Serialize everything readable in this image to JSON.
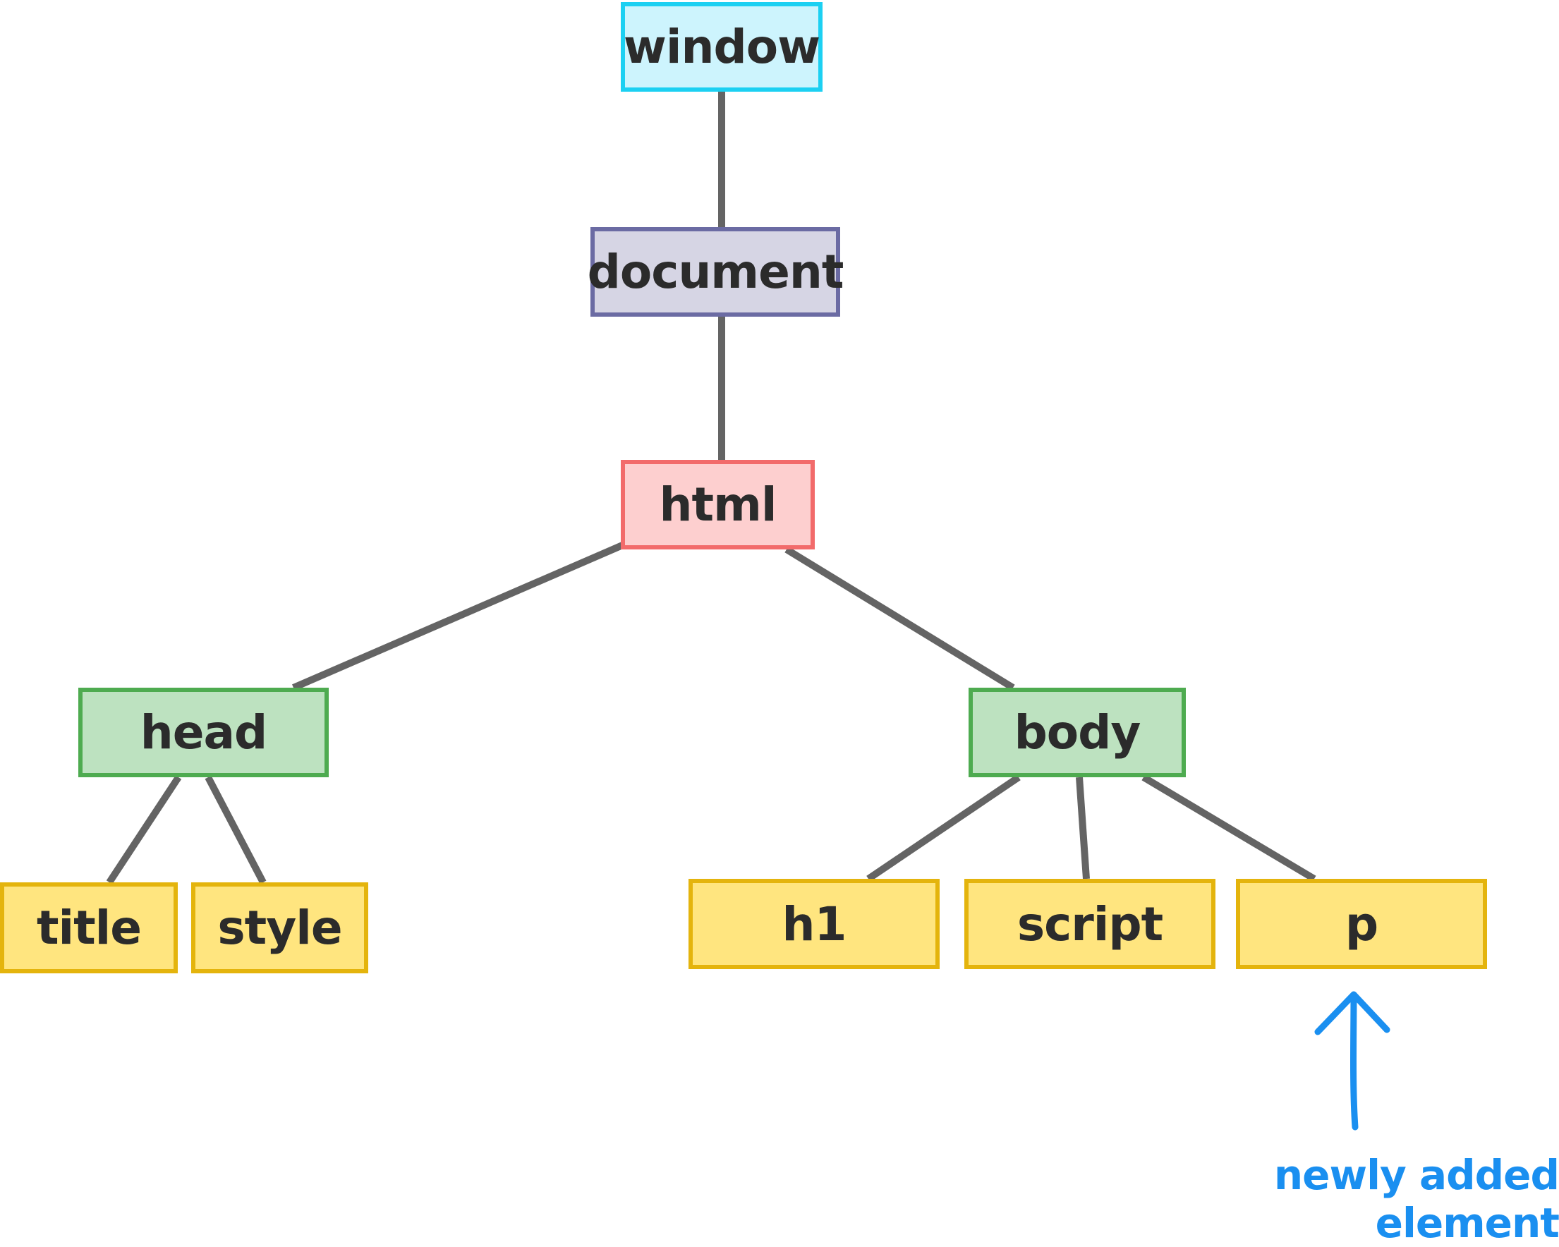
{
  "nodes": {
    "window": {
      "label": "window",
      "fill": "#cdf4fd",
      "border": "#1cd0f2"
    },
    "document": {
      "label": "document",
      "fill": "#d6d5e4",
      "border": "#6b6ba3"
    },
    "html": {
      "label": "html",
      "fill": "#fdcfcf",
      "border": "#f26b6b"
    },
    "head": {
      "label": "head",
      "fill": "#bde2c0",
      "border": "#4eab50"
    },
    "body": {
      "label": "body",
      "fill": "#bde2c0",
      "border": "#4eab50"
    },
    "title": {
      "label": "title",
      "fill": "#ffe57f",
      "border": "#e4b40d"
    },
    "style": {
      "label": "style",
      "fill": "#ffe57f",
      "border": "#e4b40d"
    },
    "h1": {
      "label": "h1",
      "fill": "#ffe57f",
      "border": "#e4b40d"
    },
    "script": {
      "label": "script",
      "fill": "#ffe57f",
      "border": "#e4b40d"
    },
    "p": {
      "label": "p",
      "fill": "#ffe57f",
      "border": "#e4b40d"
    }
  },
  "edges": [
    [
      "window",
      "document"
    ],
    [
      "document",
      "html"
    ],
    [
      "html",
      "head"
    ],
    [
      "html",
      "body"
    ],
    [
      "head",
      "title"
    ],
    [
      "head",
      "style"
    ],
    [
      "body",
      "h1"
    ],
    [
      "body",
      "script"
    ],
    [
      "body",
      "p"
    ]
  ],
  "edge_color": "#646464",
  "annotation": {
    "target": "p",
    "label": "newly added element",
    "color": "#1a8ff0",
    "icon": "arrow-up-icon"
  }
}
